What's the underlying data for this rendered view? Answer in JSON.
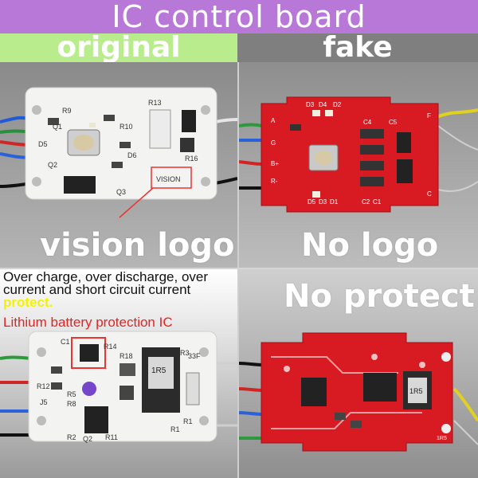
{
  "title": "IC control board",
  "headers": {
    "left": "original",
    "right": "fake"
  },
  "captions": {
    "top_left": "vision logo",
    "top_right": "No logo",
    "bottom_right": "No protect"
  },
  "description": {
    "line_main": "Over charge, over discharge, over current and short circuit current ",
    "line_highlight": "protect.",
    "line_red": "Lithium battery protection IC"
  },
  "board_labels": {
    "vision_logo": "VISION",
    "top_left_marks": [
      "R13",
      "R10",
      "Q3",
      "Q1",
      "Q2",
      "D5",
      "D6",
      "R16",
      "R9"
    ],
    "top_right_marks": [
      "D3",
      "D4",
      "D2",
      "C4",
      "C5",
      "D5",
      "D3",
      "D1",
      "C2",
      "C1",
      "A",
      "G",
      "B+",
      "R-",
      "F",
      "C"
    ],
    "bottom_left_marks": [
      "C1",
      "R14",
      "R12",
      "J5",
      "R5",
      "R8",
      "R2",
      "Q2",
      "R11",
      "R1",
      "R3",
      "33F",
      "R18",
      "R1"
    ],
    "bottom_right_marks": [
      "1R5"
    ],
    "inductor_marks": [
      "1R5",
      "1R5"
    ]
  },
  "colors": {
    "title_bar": "#b878d8",
    "header_original": "#b8ec8c",
    "header_fake": "#7f7f7f",
    "highlight": "#f2f200",
    "red_text": "#e32424",
    "pcb_white": "#f3f3f1",
    "pcb_red": "#d81b22"
  }
}
